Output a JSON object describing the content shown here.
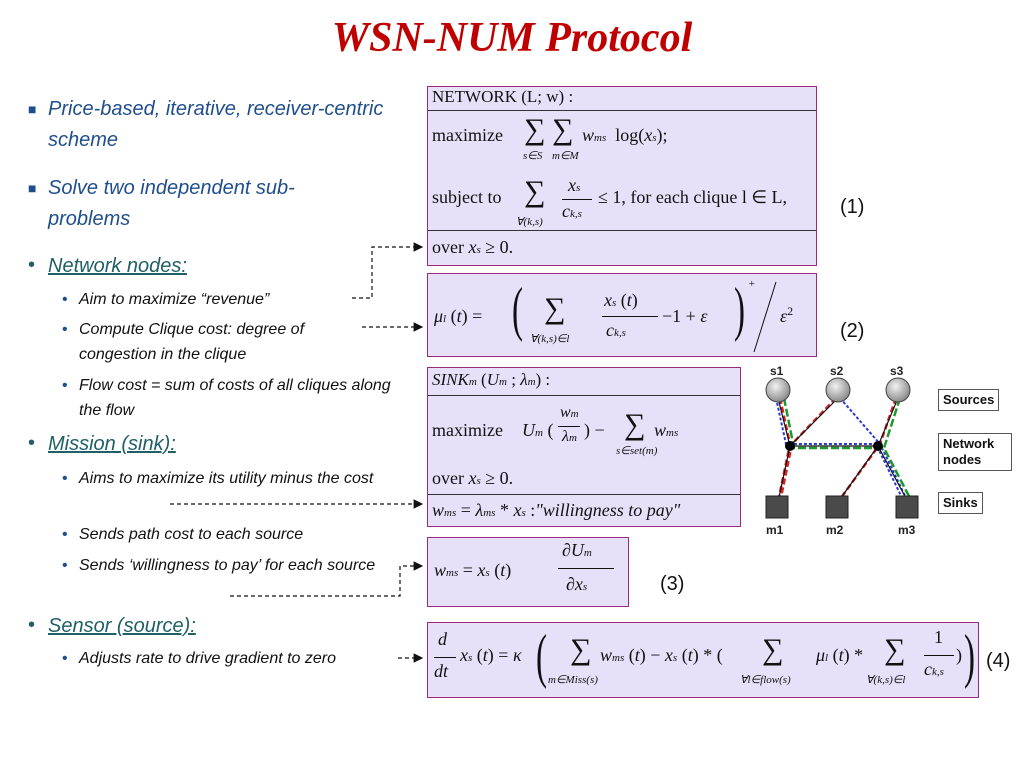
{
  "title": "WSN-NUM Protocol",
  "bullets": {
    "b1": "Price-based, iterative, receiver-centric scheme",
    "b2": "Solve two independent sub-problems",
    "network_nodes": {
      "heading": "Network nodes:",
      "items": [
        "Aim to maximize “revenue”",
        "Compute Clique cost: degree of congestion in the clique",
        "Flow cost = sum of costs of all cliques along the flow"
      ]
    },
    "mission": {
      "heading": "Mission (sink):",
      "items": [
        "Aims to maximize its utility minus the cost",
        "Sends path cost to each source",
        "Sends ‘willingness to pay’ for each source"
      ]
    },
    "sensor": {
      "heading": "Sensor (source):",
      "items": [
        "Adjusts rate to drive gradient to zero"
      ]
    }
  },
  "equations": {
    "eq1": {
      "header": "NETWORK (L; w) :",
      "maximize": "maximize",
      "objective": "w_ms log(x_s);",
      "subject_to": "subject to",
      "constraint": "≤ 1, for each clique l ∈ L,",
      "over": "over x_s ≥ 0.",
      "label": "(1)"
    },
    "eq2": {
      "label": "(2)"
    },
    "sink": {
      "header": "SINK_m (U_m ; λ_m) :",
      "maximize": "maximize",
      "over": "over x_s ≥ 0.",
      "wtp": "\"willingness to pay\""
    },
    "eq3": {
      "label": "(3)"
    },
    "eq4": {
      "label": "(4)"
    }
  },
  "diagram": {
    "sources": [
      "s1",
      "s2",
      "s3"
    ],
    "sinks": [
      "m1",
      "m2",
      "m3"
    ],
    "legend": [
      "Sources",
      "Network nodes",
      "Sinks"
    ],
    "colors": {
      "red": "#d62020",
      "blue": "#2a3ad0",
      "green": "#1a9a2a"
    }
  },
  "colors": {
    "title": "#c00000",
    "bullet_text": "#1f4e8c",
    "heading": "#1f5f66",
    "box_fill": "#e6e0f8",
    "box_border": "#9c2a7a"
  }
}
